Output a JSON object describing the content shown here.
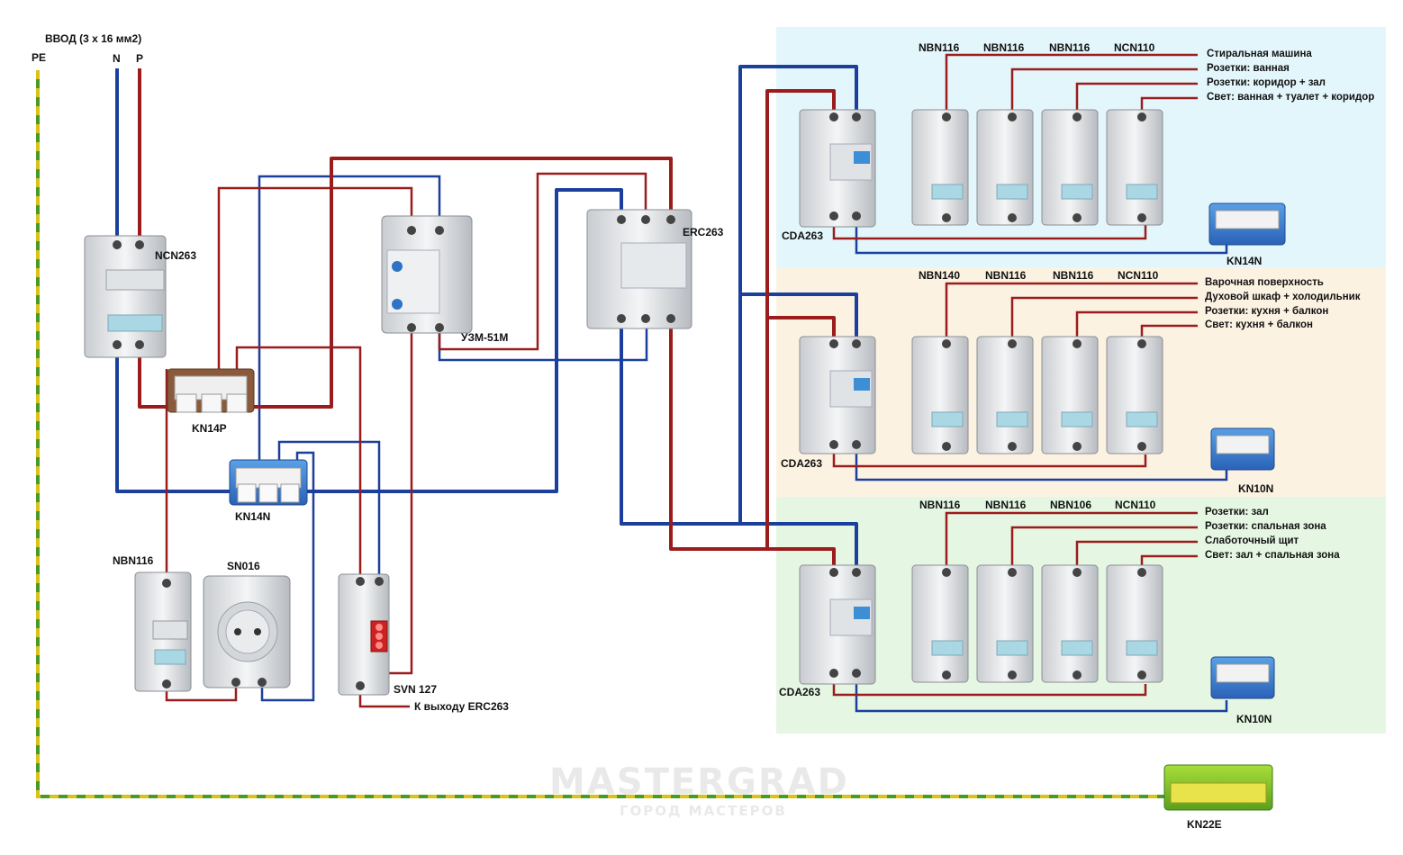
{
  "input": {
    "title": "ВВОД (3 х 16 мм2)",
    "pe": "PE",
    "n": "N",
    "p": "P"
  },
  "devices": {
    "ncn263": "NCN263",
    "kn14p": "KN14P",
    "kn14n_main": "KN14N",
    "uzm": "УЗМ-51М",
    "erc": "ERC263",
    "nbn116_left": "NBN116",
    "sn016": "SN016",
    "svn": "SVN 127",
    "erc_out": "К выходу ERC263",
    "kn22e": "KN22E"
  },
  "groups": [
    {
      "rcd": "CDA263",
      "bus": "KN14N",
      "breakers": [
        "NBN116",
        "NBN116",
        "NBN116",
        "NCN110"
      ],
      "circuits": [
        "Стиральная машина",
        "Розетки: ванная",
        "Розетки: коридор + зал",
        "Свет: ванная + туалет + коридор"
      ],
      "bg": "#e3f6fb"
    },
    {
      "rcd": "CDA263",
      "bus": "KN10N",
      "breakers": [
        "NBN140",
        "NBN116",
        "NBN116",
        "NCN110"
      ],
      "circuits": [
        "Варочная поверхность",
        "Духовой шкаф + холодильник",
        "Розетки: кухня + балкон",
        "Свет: кухня + балкон"
      ],
      "bg": "#fcf2e2"
    },
    {
      "rcd": "CDA263",
      "bus": "KN10N",
      "breakers": [
        "NBN116",
        "NBN116",
        "NBN106",
        "NCN110"
      ],
      "circuits": [
        "Розетки: зал",
        "Розетки: спальная зона",
        "Слаботочный щит",
        "Свет: зал + спальная зона"
      ],
      "bg": "#e5f7e3"
    }
  ],
  "watermark": {
    "title": "MASTERGRAD",
    "subtitle": "ГОРОД МАСТЕРОВ"
  },
  "colors": {
    "phase": "#9b1c1c",
    "neutral": "#1b3f9c",
    "pe_yellow": "#d9c21a",
    "pe_green": "#4a9a2a"
  }
}
